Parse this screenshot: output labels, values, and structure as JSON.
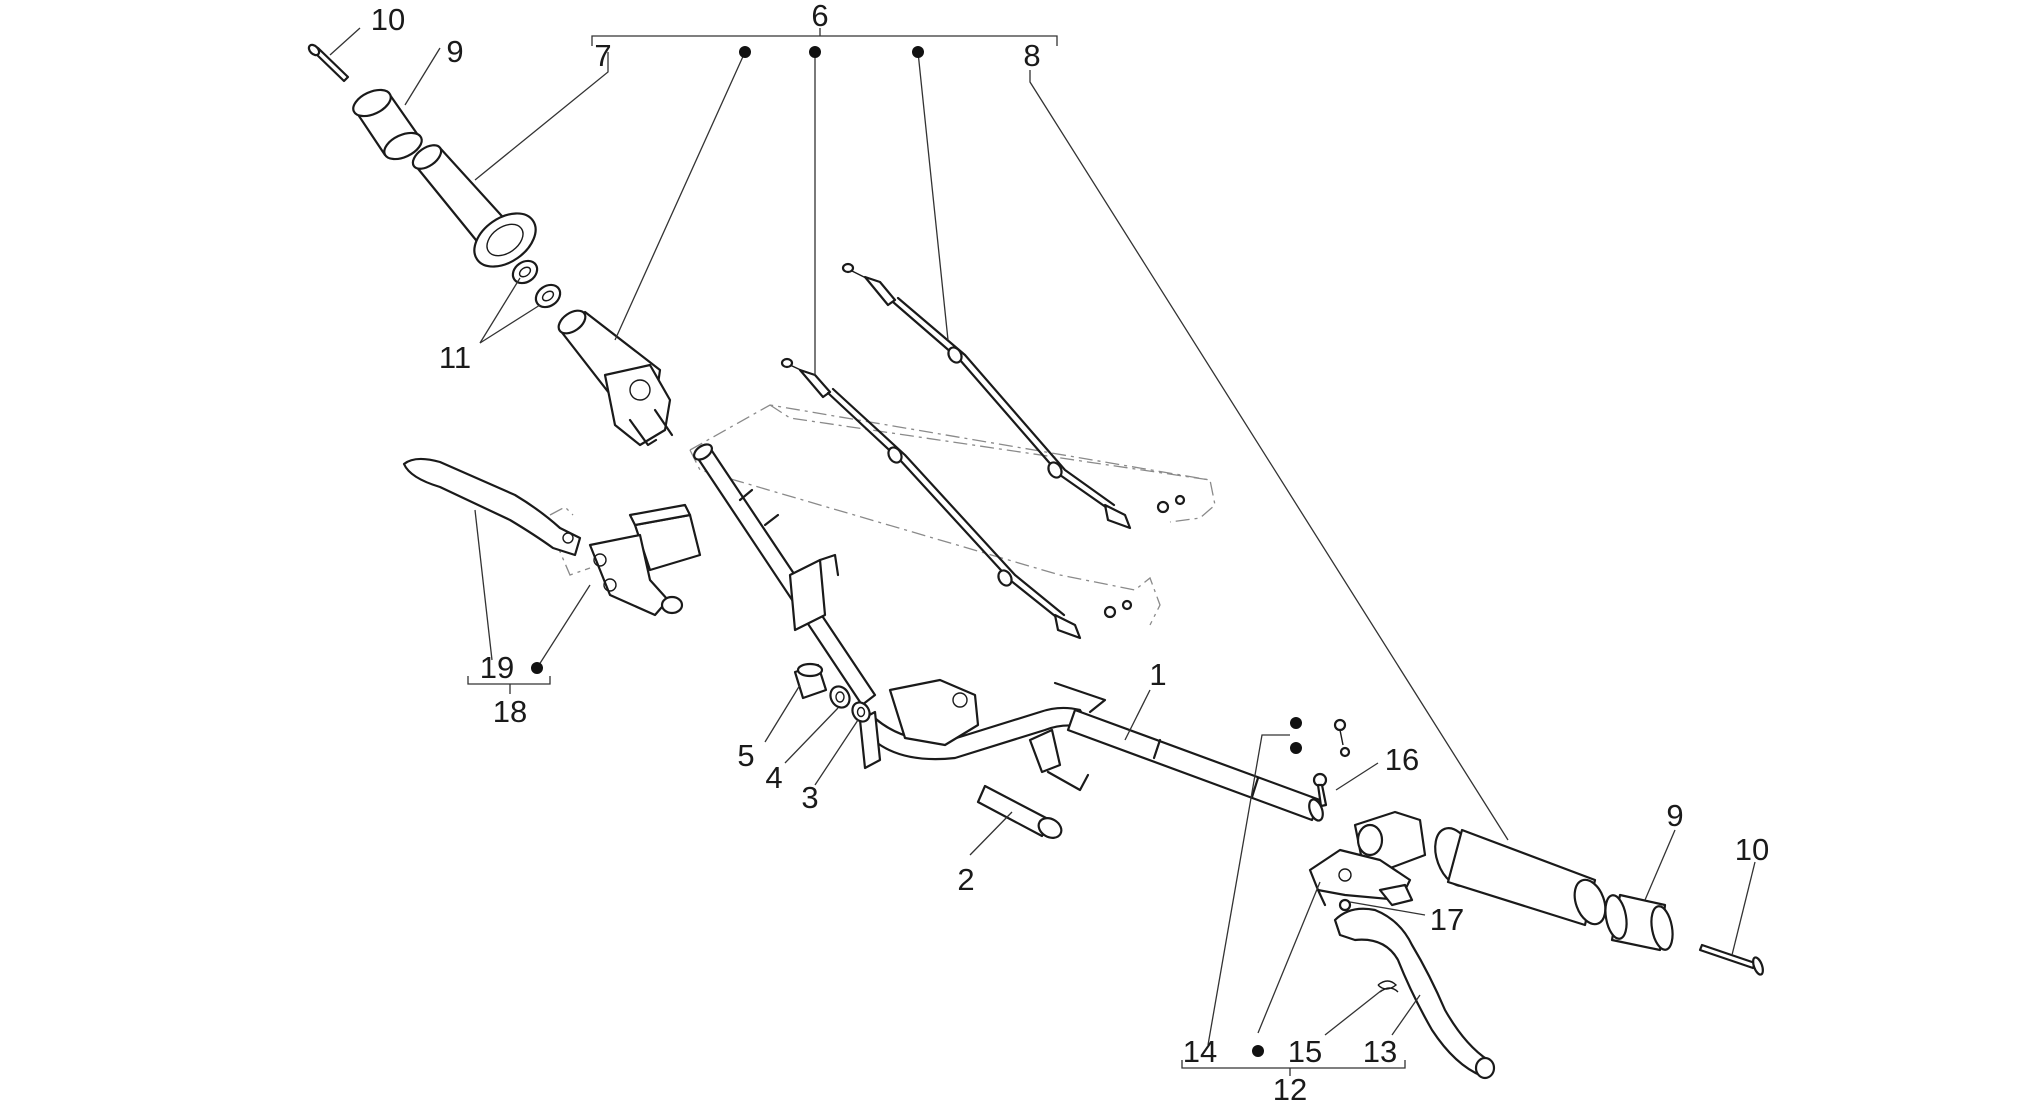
{
  "labels": {
    "1": "1",
    "2": "2",
    "3": "3",
    "4": "4",
    "5": "5",
    "6": "6",
    "7": "7",
    "8": "8",
    "9": "9",
    "10": "10",
    "11": "11",
    "12": "12",
    "13": "13",
    "14": "14",
    "15": "15",
    "16": "16",
    "17": "17",
    "18": "18",
    "19": "19"
  },
  "colors": {
    "line": "#1a1a1a",
    "leader": "#333333",
    "phantom": "#8a8a8a",
    "background": "#ffffff"
  }
}
